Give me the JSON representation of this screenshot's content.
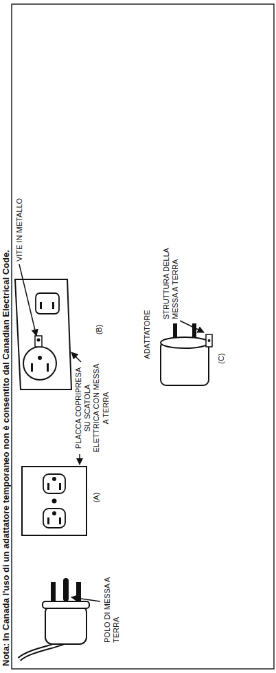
{
  "diagram": {
    "labels": [
      "Nota: In Canada l'uso di un adattatore temporaneo non è consentito dal Canadian Electrical Code.",
      "VITE IN METALLO",
      "POLO DI MESSA A TERRA",
      "(A)",
      "PLACCA COPRIPRESA SU SCATOLA ELETTRICA CON MESSA A TERRA",
      "(B)",
      "ADATTATORE",
      "STRUTTURA DELLA MESSA A TERRA",
      "(C)"
    ]
  }
}
